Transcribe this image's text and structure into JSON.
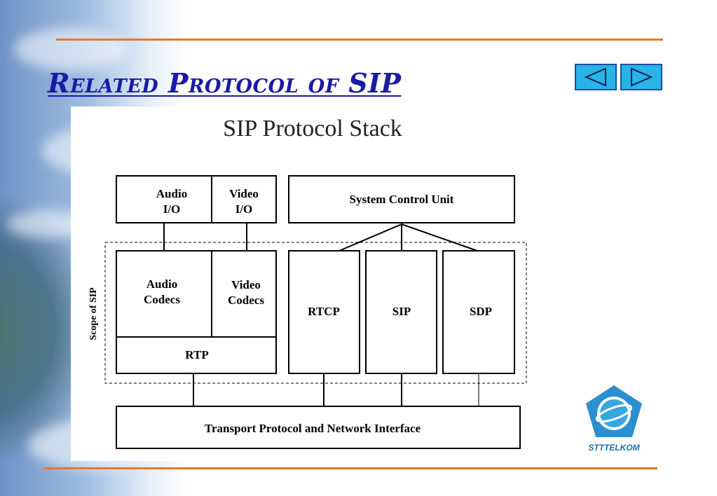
{
  "slide": {
    "title": "Related Protocol of SIP"
  },
  "nav": {
    "prev_icon": "triangle-left-icon",
    "next_icon": "triangle-right-icon"
  },
  "diagram": {
    "heading": "SIP Protocol Stack",
    "scope_label": "Scope of SIP",
    "boxes": {
      "audio_io": [
        "Audio",
        "I/O"
      ],
      "video_io": [
        "Video",
        "I/O"
      ],
      "system_control": "System Control Unit",
      "audio_codecs": [
        "Audio",
        "Codecs"
      ],
      "video_codecs": [
        "Video",
        "Codecs"
      ],
      "rtp": "RTP",
      "rtcp": "RTCP",
      "sip": "SIP",
      "sdp": "SDP",
      "transport": "Transport Protocol and Network Interface"
    }
  },
  "logo": {
    "text": "STTTELKOM"
  },
  "colors": {
    "title": "#1a1aa8",
    "rule": "#e8782a",
    "nav_fill": "#28b4e6",
    "nav_border": "#1a4fa0",
    "logo_blue": "#2a8fd0"
  }
}
